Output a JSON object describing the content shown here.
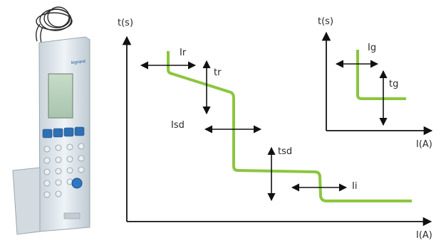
{
  "device": {
    "brand": "legrand"
  },
  "main_chart": {
    "y_axis_label": "t(s)",
    "x_axis_label": "I(A)",
    "labels": {
      "ir": "Ir",
      "tr": "tr",
      "isd": "Isd",
      "tsd": "tsd",
      "ii": "Ii"
    }
  },
  "inset_chart": {
    "y_axis_label": "t(s)",
    "x_axis_label": "I(A)",
    "labels": {
      "ig": "Ig",
      "tg": "tg"
    }
  },
  "colors": {
    "curve": "#8cc63f",
    "axis": "#111111",
    "device_body": "#dfe8ee",
    "screen": "#b9d4c2",
    "keys": "#2f6fb3"
  }
}
